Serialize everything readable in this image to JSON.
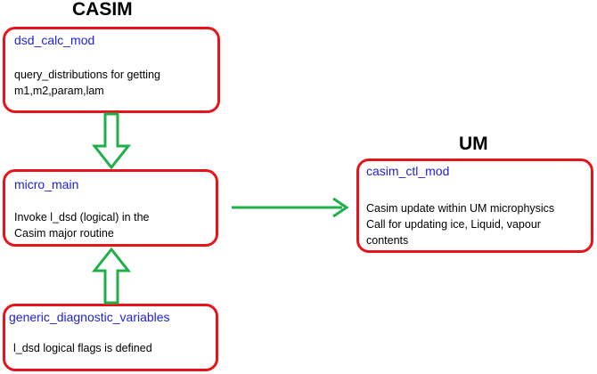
{
  "headings": {
    "casim": "CASIM",
    "um": "UM"
  },
  "boxes": {
    "dsd_calc": {
      "title": "dsd_calc_mod",
      "lines": [
        "query_distributions  for getting",
        "m1,m2,param,lam"
      ]
    },
    "micro_main": {
      "title": "micro_main",
      "lines": [
        "Invoke  l_dsd (logical)  in the",
        "Casim  major routine"
      ]
    },
    "generic_diag": {
      "title": "generic_diagnostic_variables",
      "lines": [
        "l_dsd logical flags is  defined"
      ]
    },
    "casim_ctl": {
      "title": "casim_ctl_mod",
      "lines": [
        "Casim update within UM  microphysics",
        "Call for updating ice, Liquid, vapour",
        "contents"
      ]
    }
  },
  "colors": {
    "box_border": "#e8141c",
    "title_text": "#1f1fd6",
    "arrow": "#1fb04a"
  }
}
